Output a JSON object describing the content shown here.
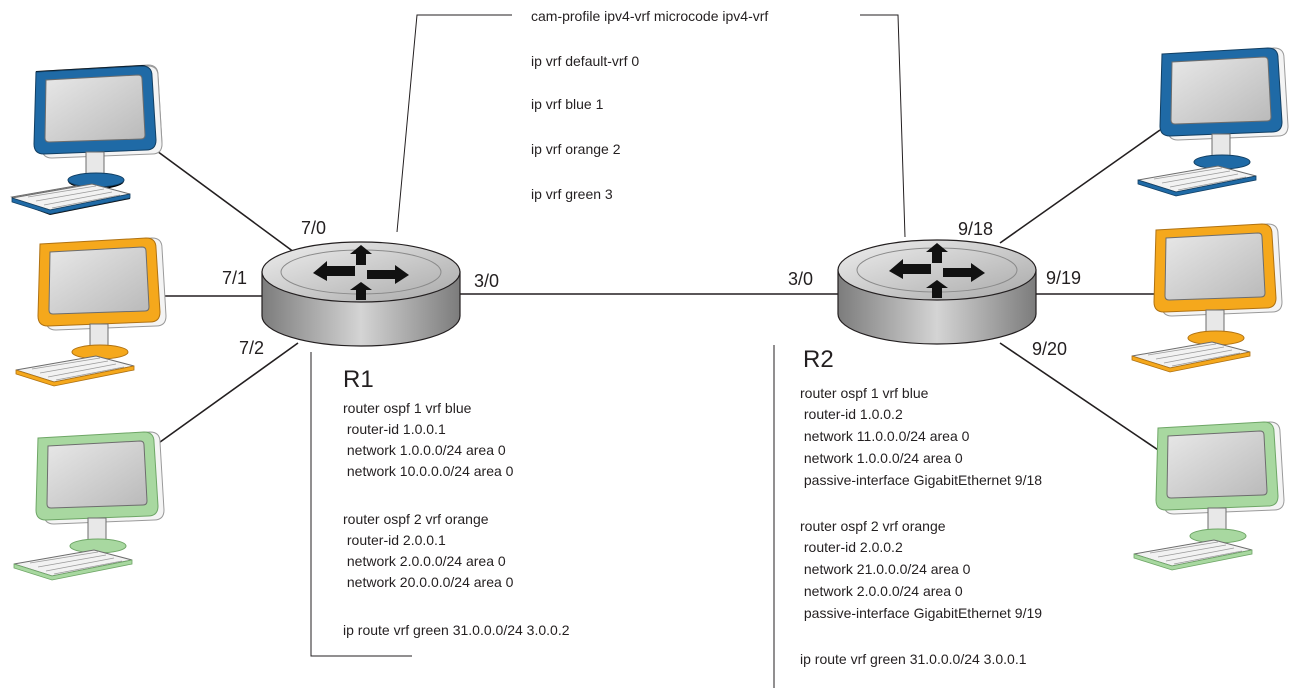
{
  "cam_config": [
    "cam-profile ipv4-vrf microcode ipv4-vrf",
    "ip vrf default-vrf 0",
    "ip vrf blue 1",
    "ip vrf orange 2",
    "ip vrf green 3"
  ],
  "routers": {
    "r1": {
      "name": "R1",
      "ports": {
        "p7_0": "7/0",
        "p7_1": "7/1",
        "p7_2": "7/2",
        "p3_0": "3/0"
      },
      "config": [
        "router ospf 1 vrf blue",
        " router-id 1.0.0.1",
        " network 1.0.0.0/24 area 0",
        " network 10.0.0.0/24 area 0",
        "",
        "router ospf 2 vrf orange",
        " router-id 2.0.0.1",
        " network 2.0.0.0/24 area 0",
        " network 20.0.0.0/24 area 0",
        "",
        "ip route vrf green 31.0.0.0/24 3.0.0.2"
      ]
    },
    "r2": {
      "name": "R2",
      "ports": {
        "p3_0": "3/0",
        "p9_18": "9/18",
        "p9_19": "9/19",
        "p9_20": "9/20"
      },
      "config": [
        "router ospf 1 vrf blue",
        " router-id 1.0.0.2",
        " network 11.0.0.0/24 area 0",
        " network 1.0.0.0/24 area 0",
        " passive-interface GigabitEthernet 9/18",
        "",
        "router ospf 2 vrf orange",
        " router-id 2.0.0.2",
        " network 21.0.0.0/24 area 0",
        " network 2.0.0.0/24 area 0",
        " passive-interface GigabitEthernet 9/19",
        "",
        "ip route vrf green 31.0.0.0/24 3.0.0.1"
      ]
    }
  },
  "colors": {
    "blue": "#1f6aa6",
    "orange": "#f5a81c",
    "green": "#a8d8a0",
    "line": "#231f20",
    "router_top": "#c8c8c8",
    "router_side": "#9a9a9a"
  },
  "icons": {
    "router": "router-icon",
    "computer": "desktop-computer-icon"
  }
}
